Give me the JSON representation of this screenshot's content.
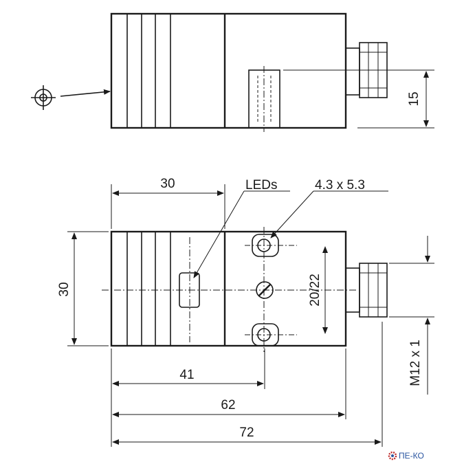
{
  "side_view": {
    "dim_height": "15"
  },
  "front_view": {
    "label_leds": "LEDs",
    "label_slot": "4.3 x 5.3",
    "dim_top_width": "30",
    "dim_height": "30",
    "dim_holes": "20/22",
    "dim_thread": "M12 x 1",
    "dim_41": "41",
    "dim_62": "62",
    "dim_72": "72"
  },
  "watermark": {
    "text": "ПЕ-КО"
  },
  "colors": {
    "line": "#1a1a1a",
    "watermark": "#2a55a0"
  }
}
